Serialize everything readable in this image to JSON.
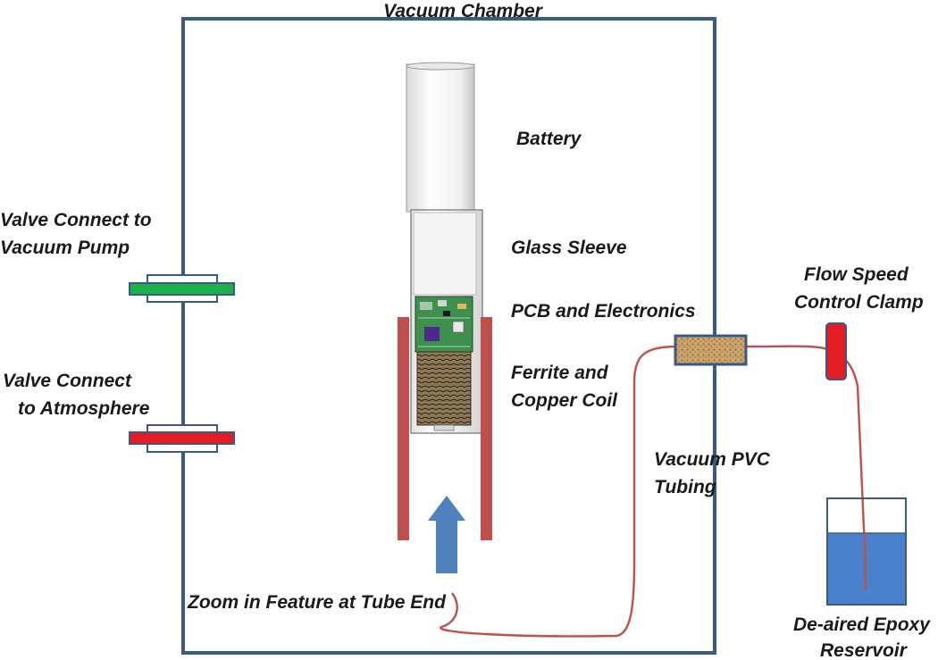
{
  "title": "Vacuum Chamber",
  "labels": {
    "battery": "Battery",
    "glass_sleeve": "Glass Sleeve",
    "pcb": "PCB and Electronics",
    "ferrite_line1": "Ferrite and",
    "ferrite_line2": "Copper Coil",
    "valve_vacuum_line1": "Valve Connect to",
    "valve_vacuum_line2": "Vacuum Pump",
    "valve_atm_line1": "Valve Connect",
    "valve_atm_line2": "to Atmosphere",
    "flow_line1": "Flow Speed",
    "flow_line2": "Control Clamp",
    "tubing_line1": "Vacuum PVC",
    "tubing_line2": "Tubing",
    "zoom": "Zoom in Feature at Tube End",
    "reservoir_line1": "De-aired Epoxy",
    "reservoir_line2": "Reservoir"
  },
  "colors": {
    "chamber_border": "#3a5a86",
    "valve_vacuum": "#1eb04b",
    "valve_atmosphere": "#e31b23",
    "tube_walls": "#c0504d",
    "arrow": "#4f81bd",
    "tubing": "#c0504d",
    "clamp": "#e31b23",
    "epoxy": "#4a80cc"
  },
  "icons": {
    "arrow": "up-arrow-icon",
    "clamp": "clamp-icon",
    "reservoir": "reservoir-icon"
  }
}
